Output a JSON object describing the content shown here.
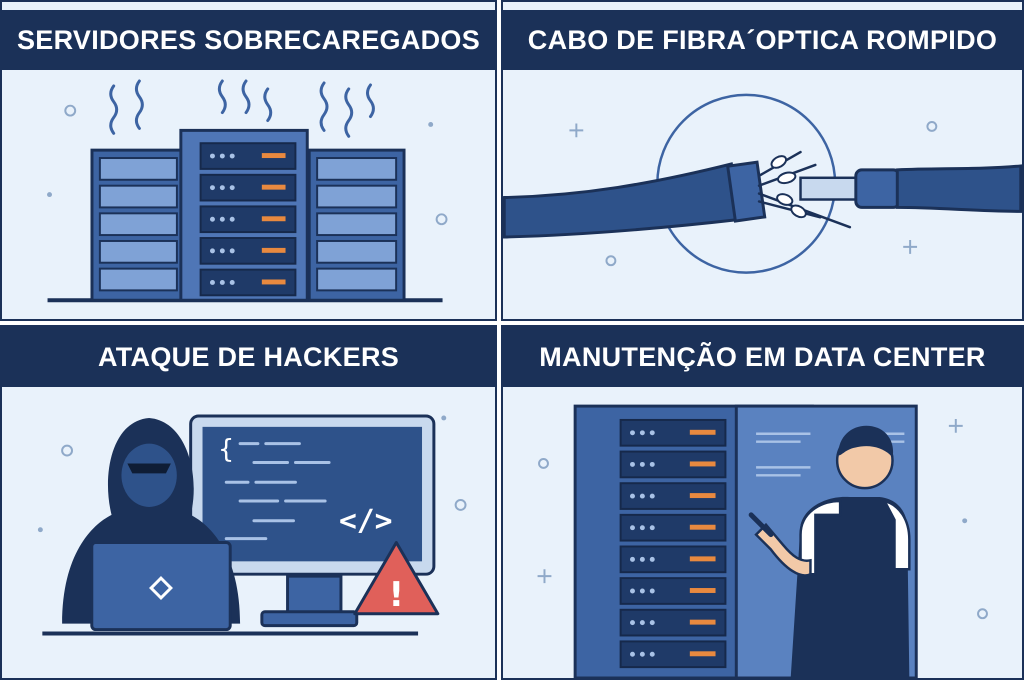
{
  "panels": [
    {
      "title": "SERVIDORES SOBRECAREGADOS",
      "art": "overloaded-servers"
    },
    {
      "title": "CABO DE FIBRA´OPTICA ROMPIDO",
      "art": "broken-fiber-cable"
    },
    {
      "title": "ATAQUE DE HACKERS",
      "art": "hacker-attack"
    },
    {
      "title": "MANUTENÇÃO EM DATA CENTER",
      "art": "datacenter-technician"
    }
  ],
  "code_glyphs": {
    "open_brace": "{",
    "tag": "</>",
    "warning": "!"
  },
  "colors": {
    "navy": "#1b3158",
    "blue": "#3d64a3",
    "mid_blue": "#2e528a",
    "light_bg": "#e9f2fb",
    "orange": "#e8893f",
    "warning_red": "#e0605a"
  }
}
